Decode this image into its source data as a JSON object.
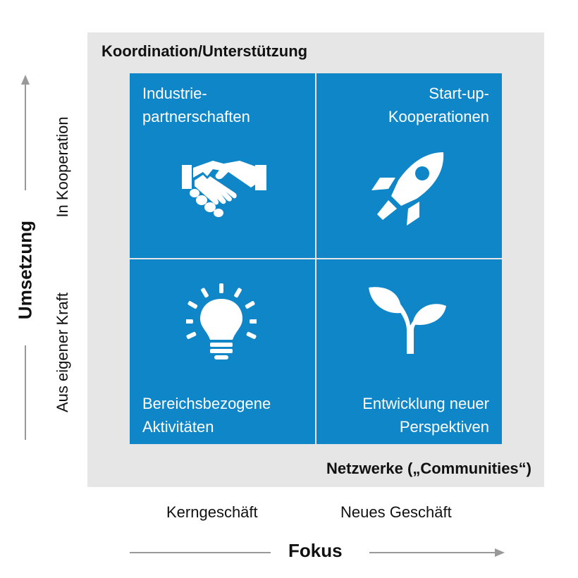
{
  "frame": {
    "top_label": "Koordination/Unterstützung",
    "bottom_label": "Netzwerke („Communities“)"
  },
  "quadrants": {
    "top_left": {
      "lines": [
        "Industrie-",
        "partnerschaften"
      ],
      "icon": "handshake-icon"
    },
    "top_right": {
      "lines": [
        "Start-up-",
        "Kooperationen"
      ],
      "icon": "rocket-icon"
    },
    "bottom_left": {
      "lines": [
        "Bereichsbezogene",
        "Aktivitäten"
      ],
      "icon": "lightbulb-icon"
    },
    "bottom_right": {
      "lines": [
        "Entwicklung neuer",
        "Perspektiven"
      ],
      "icon": "sprout-icon"
    }
  },
  "x_axis": {
    "title": "Fokus",
    "left_label": "Kerngeschäft",
    "right_label": "Neues Geschäft"
  },
  "y_axis": {
    "title": "Umsetzung",
    "top_label": "In Kooperation",
    "bottom_label": "Aus eigener Kraft"
  },
  "colors": {
    "quadrant_fill": "#0f86c8",
    "frame_fill": "#e6e6e6",
    "arrow": "#999999"
  }
}
